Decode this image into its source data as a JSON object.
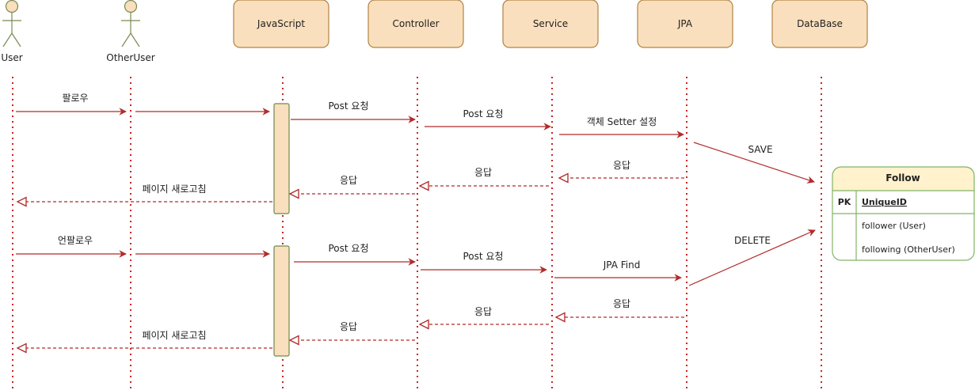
{
  "actors": [
    {
      "id": "user",
      "label": "User"
    },
    {
      "id": "other",
      "label": "OtherUser"
    }
  ],
  "participants": [
    {
      "id": "js",
      "label": "JavaScript"
    },
    {
      "id": "ctrl",
      "label": "Controller"
    },
    {
      "id": "svc",
      "label": "Service"
    },
    {
      "id": "jpa",
      "label": "JPA"
    },
    {
      "id": "db",
      "label": "DataBase"
    }
  ],
  "messages": {
    "follow": "팔로우",
    "unfollow": "언팔로우",
    "post_request_1": "Post 요청",
    "post_request_2": "Post 요청",
    "post_request_3": "Post 요청",
    "post_request_4": "Post 요청",
    "setter": "객체 Setter 설정",
    "save": "SAVE",
    "response_1": "응답",
    "response_2": "응답",
    "response_3": "응답",
    "response_4": "응답",
    "response_5": "응답",
    "response_6": "응답",
    "refresh_1": "페이지 새로고침",
    "refresh_2": "페이지 새로고침",
    "jpa_find": "JPA Find",
    "delete": "DELETE"
  },
  "entity": {
    "title": "Follow",
    "pk_label": "PK",
    "pk_field": "UniqueID",
    "fields": [
      "follower (User)",
      "following (OtherUser)"
    ]
  },
  "colors": {
    "box_fill": "#f9dfbd",
    "box_stroke": "#b28343",
    "lifeline": "#cc2222",
    "arrow": "#b22b2b",
    "entity_border": "#82b366",
    "entity_header": "#fff2cc"
  }
}
